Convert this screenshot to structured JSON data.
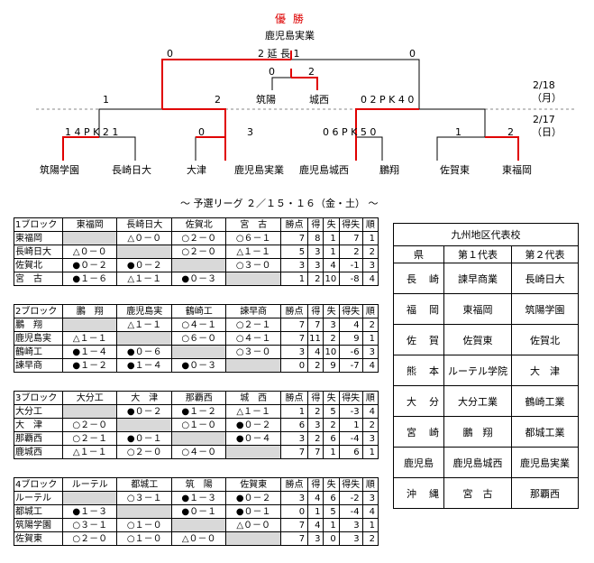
{
  "final": {
    "champion_label": "優 勝",
    "champion": "鹿児島実業"
  },
  "scores": {
    "final_left": "0",
    "final_mid": "2 延 長 1",
    "final_right": "0",
    "third_left": "0",
    "third_right": "2",
    "semi_left_a": "1",
    "semi_left_b": "2",
    "semi_right": "0 2 P K 4 0",
    "q1": "1 4 P K 2 1",
    "q2_a": "0",
    "q2_b": "3",
    "q3": "0 6 P K 5 0",
    "q4_a": "1",
    "q4_b": "2"
  },
  "dates": {
    "d218": "2/18",
    "d218_day": "（月）",
    "d217": "2/17",
    "d217_day": "（日）"
  },
  "teams": {
    "third_a": "筑陽",
    "third_b": "城西",
    "r1": [
      "筑陽学園",
      "長崎日大",
      "大津",
      "鹿児島実業",
      "鹿児島城西",
      "鵬翔",
      "佐賀東",
      "東福岡"
    ]
  },
  "league_title": "～ 予選リーグ ２／１５・１６（金・土） ～",
  "blocks": [
    {
      "header": [
        "1ブロック",
        "東福岡",
        "長崎日大",
        "佐賀北",
        "宮　古",
        "勝点",
        "得",
        "失",
        "得失",
        "順"
      ],
      "rows": [
        [
          "東福岡",
          "",
          "△０－０",
          "○２－０",
          "○６－１",
          "7",
          "8",
          "1",
          "7",
          "1"
        ],
        [
          "長崎日大",
          "△０－０",
          "",
          "○２－０",
          "△１－１",
          "5",
          "3",
          "1",
          "2",
          "2"
        ],
        [
          "佐賀北",
          "●０－２",
          "●０－２",
          "",
          "○３－０",
          "3",
          "3",
          "4",
          "-1",
          "3"
        ],
        [
          "宮　古",
          "●１－６",
          "△１－１",
          "●０－３",
          "",
          "1",
          "2",
          "10",
          "-8",
          "4"
        ]
      ]
    },
    {
      "header": [
        "2ブロック",
        "鵬　翔",
        "鹿児島実",
        "鶴崎工",
        "諫早商",
        "勝点",
        "得",
        "失",
        "得失",
        "順"
      ],
      "rows": [
        [
          "鵬　翔",
          "",
          "△１－１",
          "○４－１",
          "○２－１",
          "7",
          "7",
          "3",
          "4",
          "2"
        ],
        [
          "鹿児島実",
          "△１－１",
          "",
          "○６－０",
          "○４－１",
          "7",
          "11",
          "2",
          "9",
          "1"
        ],
        [
          "鶴崎工",
          "●１－４",
          "●０－６",
          "",
          "○３－０",
          "3",
          "4",
          "10",
          "-6",
          "3"
        ],
        [
          "諫早商",
          "●１－２",
          "●１－４",
          "●０－３",
          "",
          "0",
          "2",
          "9",
          "-7",
          "4"
        ]
      ]
    },
    {
      "header": [
        "3ブロック",
        "大分工",
        "大　津",
        "那覇西",
        "城　西",
        "勝点",
        "得",
        "失",
        "得失",
        "順"
      ],
      "rows": [
        [
          "大分工",
          "",
          "●０－２",
          "●１－２",
          "△１－１",
          "1",
          "2",
          "5",
          "-3",
          "4"
        ],
        [
          "大　津",
          "○２－０",
          "",
          "○１－０",
          "●０－２",
          "6",
          "3",
          "2",
          "1",
          "2"
        ],
        [
          "那覇西",
          "○２－１",
          "●０－１",
          "",
          "●０－４",
          "3",
          "2",
          "6",
          "-4",
          "3"
        ],
        [
          "鹿城西",
          "△１－１",
          "○２－０",
          "○４－０",
          "",
          "7",
          "7",
          "1",
          "6",
          "1"
        ]
      ]
    },
    {
      "header": [
        "4ブロック",
        "ルーテル",
        "都城工",
        "筑　陽",
        "佐賀東",
        "勝点",
        "得",
        "失",
        "得失",
        "順"
      ],
      "rows": [
        [
          "ルーテル",
          "",
          "○３－１",
          "●１－３",
          "●０－２",
          "3",
          "4",
          "6",
          "-2",
          "3"
        ],
        [
          "都城工",
          "●１－３",
          "",
          "●０－１",
          "●０－１",
          "0",
          "1",
          "5",
          "-4",
          "4"
        ],
        [
          "筑陽学園",
          "○３－１",
          "○１－０",
          "",
          "△０－０",
          "7",
          "4",
          "1",
          "3",
          "1"
        ],
        [
          "佐賀東",
          "○２－０",
          "○１－０",
          "△０－０",
          "",
          "7",
          "3",
          "0",
          "3",
          "2"
        ]
      ]
    }
  ],
  "reps": {
    "title": "九州地区代表校",
    "header": [
      "県",
      "第１代表",
      "第２代表"
    ],
    "rows": [
      [
        "長崎",
        "諫早商業",
        "長崎日大"
      ],
      [
        "福岡",
        "東福岡",
        "筑陽学園"
      ],
      [
        "佐賀",
        "佐賀東",
        "佐賀北"
      ],
      [
        "熊本",
        "ルーテル学院",
        "大　津"
      ],
      [
        "大分",
        "大分工業",
        "鶴崎工業"
      ],
      [
        "宮崎",
        "鵬　翔",
        "都城工業"
      ],
      [
        "鹿児島",
        "鹿児島城西",
        "鹿児島実業"
      ],
      [
        "沖縄",
        "宮　古",
        "那覇西"
      ]
    ]
  },
  "colors": {
    "winner": "#e00000",
    "line": "#000000",
    "blank": "#d9d9d9"
  }
}
